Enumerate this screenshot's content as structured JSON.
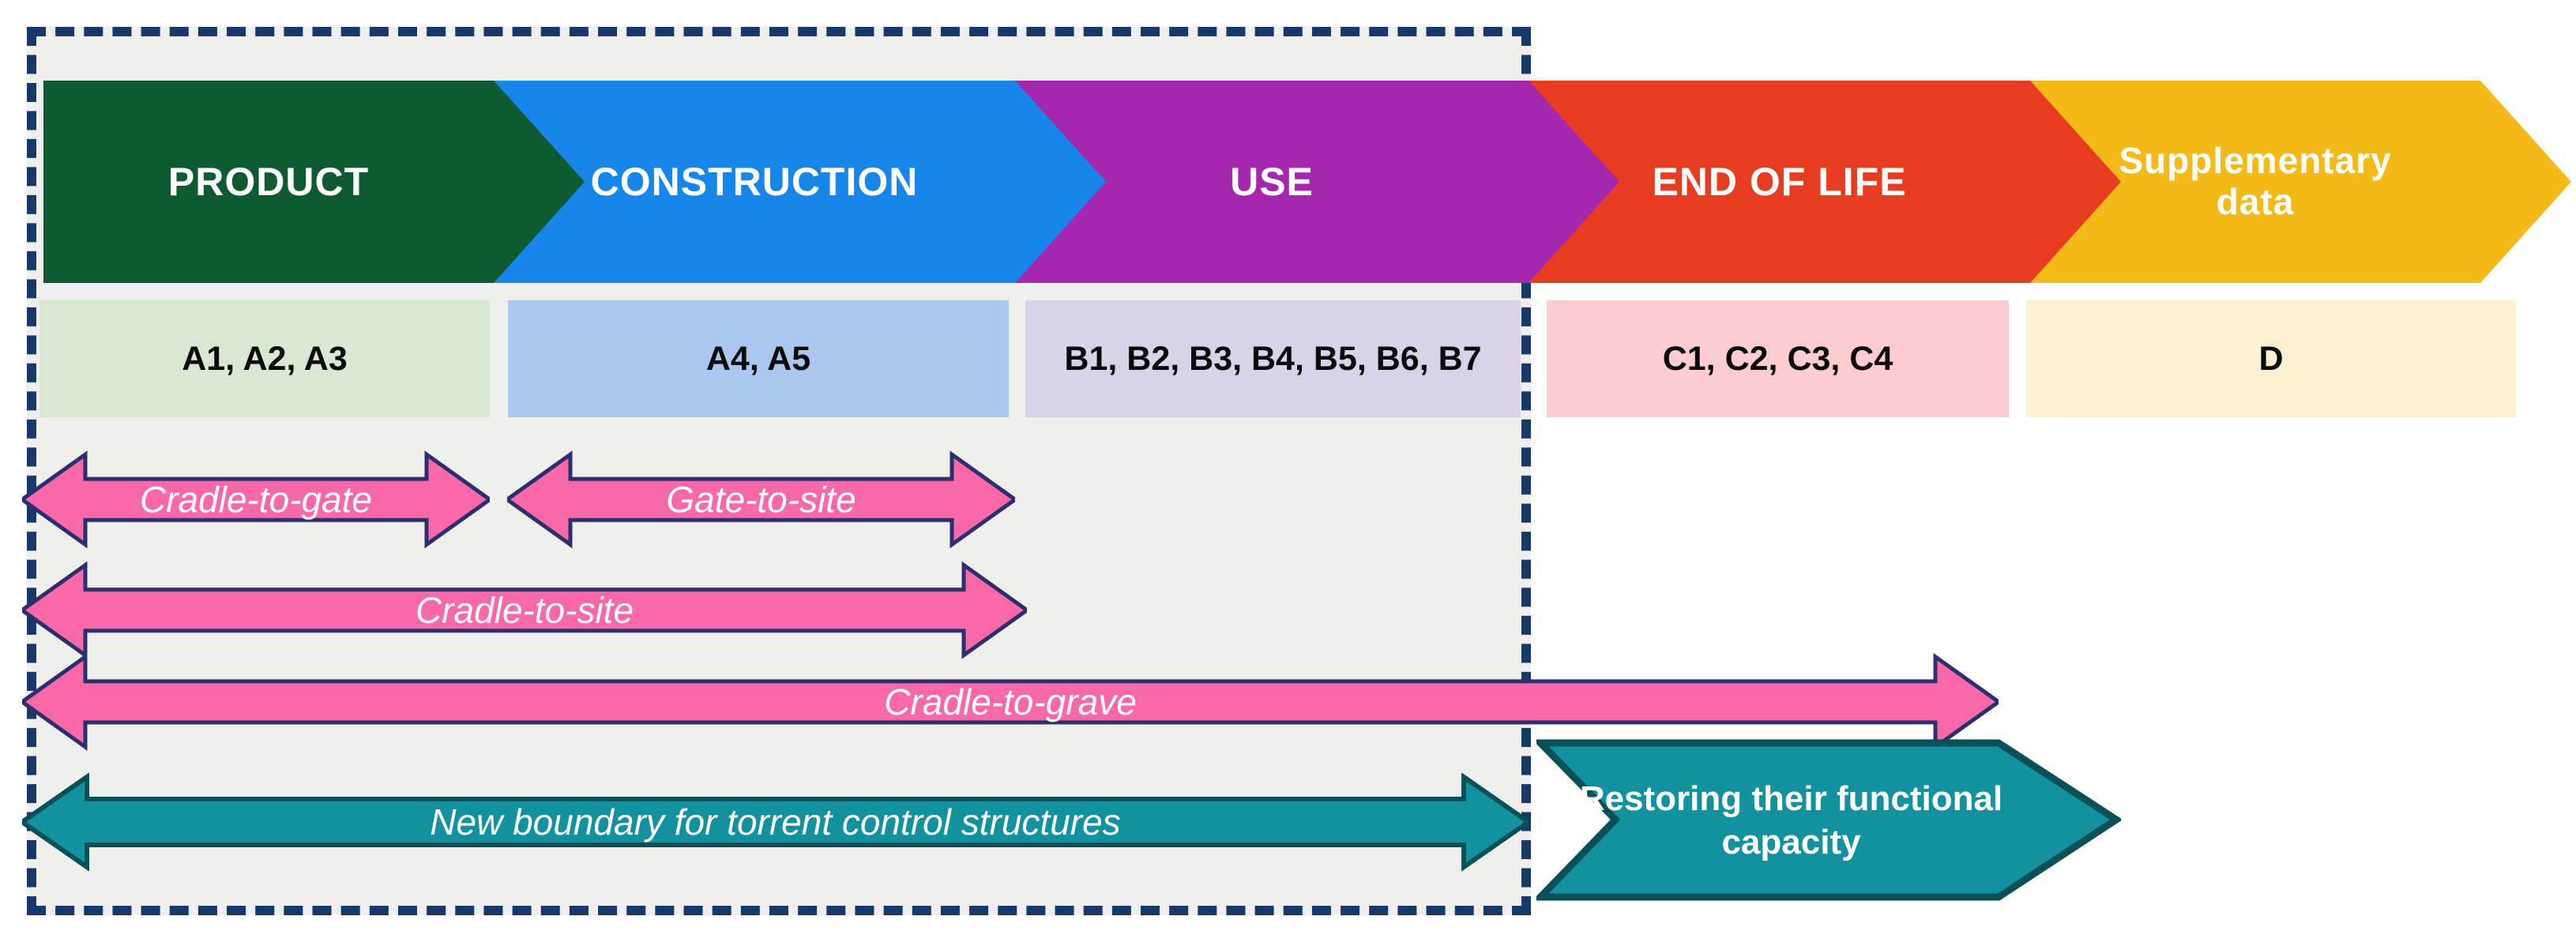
{
  "figure": {
    "stages": [
      {
        "name": "product",
        "label": "PRODUCT",
        "modules": "A1, A2, A3"
      },
      {
        "name": "construction",
        "label": "CONSTRUCTION",
        "modules": "A4, A5"
      },
      {
        "name": "use",
        "label": "USE",
        "modules": "B1, B2, B3, B4, B5, B6, B7"
      },
      {
        "name": "end-of-life",
        "label": "END OF LIFE",
        "modules": "C1, C2, C3, C4"
      },
      {
        "name": "supplementary",
        "label": "Supplementary data",
        "modules": "D"
      }
    ],
    "boundaries": [
      {
        "name": "cradle-to-gate",
        "label": "Cradle-to-gate"
      },
      {
        "name": "gate-to-site",
        "label": "Gate-to-site"
      },
      {
        "name": "cradle-to-site",
        "label": "Cradle-to-site"
      },
      {
        "name": "cradle-to-grave",
        "label": "Cradle-to-grave"
      },
      {
        "name": "new-boundary",
        "label": "New boundary for torrent control structures"
      }
    ],
    "restoring_label": "Restoring their functional capacity",
    "colors": {
      "stage_product": "#0e5a31",
      "stage_construction": "#1786ea",
      "stage_use": "#a527b0",
      "stage_end_of_life": "#e83c20",
      "stage_supplementary": "#f5ba18",
      "module_product": "#d9e8d3",
      "module_construction": "#a9c7ef",
      "module_use": "#d9d3e8",
      "module_end_of_life": "#fbcdd0",
      "module_supplementary": "#fdf0d1",
      "scope_arrow_fill": "#f968a9",
      "scope_arrow_stroke": "#2b2f6e",
      "teal_fill": "#12919e",
      "teal_stroke": "#0b4f57",
      "frame_dash": "#16386b",
      "frame_bg": "#efefee"
    }
  }
}
